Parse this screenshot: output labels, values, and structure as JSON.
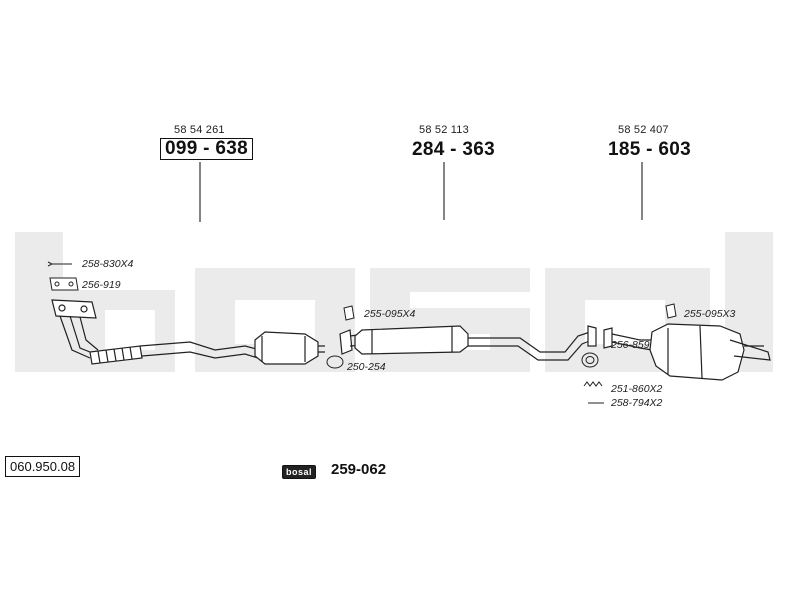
{
  "watermark": {
    "text": "bosal",
    "color": "#e9e9e9"
  },
  "sections": [
    {
      "oe_number": "58 54 261",
      "part_number": "099 - 638",
      "boxed": true
    },
    {
      "oe_number": "58 52 113",
      "part_number": "284 - 363",
      "boxed": false
    },
    {
      "oe_number": "58 52 407",
      "part_number": "185 - 603",
      "boxed": false
    }
  ],
  "accessories": [
    {
      "code": "258-830X4"
    },
    {
      "code": "256-919"
    },
    {
      "code": "255-095X4"
    },
    {
      "code": "250-254"
    },
    {
      "code": "255-095X3"
    },
    {
      "code": "256-859"
    },
    {
      "code": "251-860X2"
    },
    {
      "code": "258-794X2"
    }
  ],
  "catalog_number": "060.950.08",
  "logo": {
    "text": "bosal",
    "reference": "259-062"
  }
}
